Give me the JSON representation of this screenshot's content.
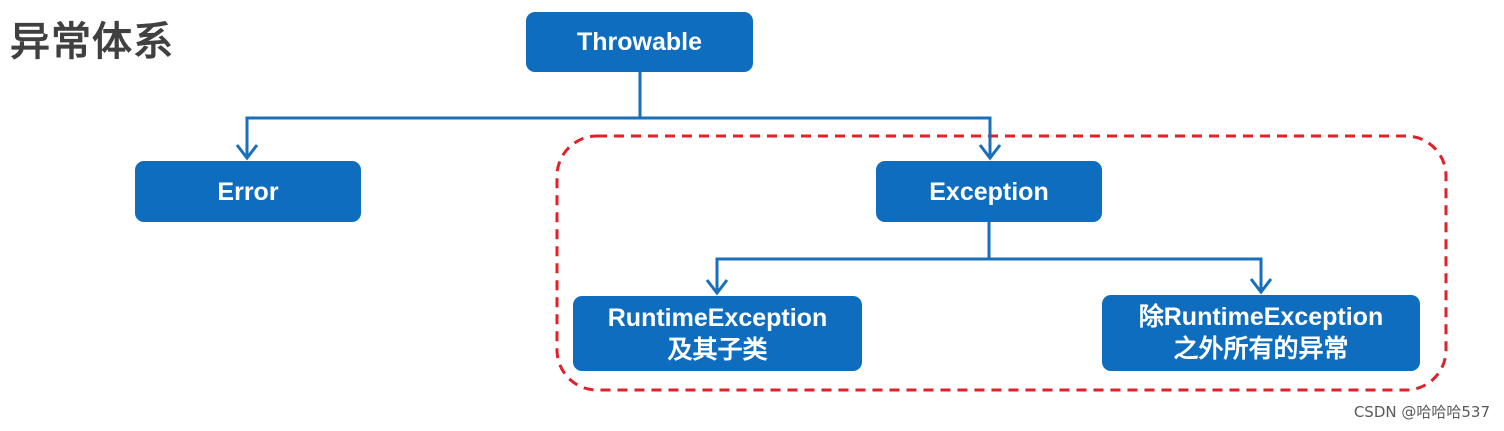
{
  "title": "异常体系",
  "nodes": {
    "throwable": "Throwable",
    "error": "Error",
    "exception": "Exception",
    "runtime_exception": {
      "line1": "RuntimeException",
      "line2": "及其子类"
    },
    "other_exception": {
      "line1": "除RuntimeException",
      "line2": "之外所有的异常"
    }
  },
  "edges": [
    {
      "from": "Throwable",
      "to": "Error"
    },
    {
      "from": "Throwable",
      "to": "Exception"
    },
    {
      "from": "Exception",
      "to": "RuntimeException 及其子类"
    },
    {
      "from": "Exception",
      "to": "除RuntimeException 之外所有的异常"
    }
  ],
  "colors": {
    "node_fill": "#0f6dbf",
    "node_text": "#ffffff",
    "connector": "#1a6fba",
    "group_border": "#e0202a",
    "title_text": "#404040"
  },
  "watermark": "CSDN @哈哈哈537"
}
